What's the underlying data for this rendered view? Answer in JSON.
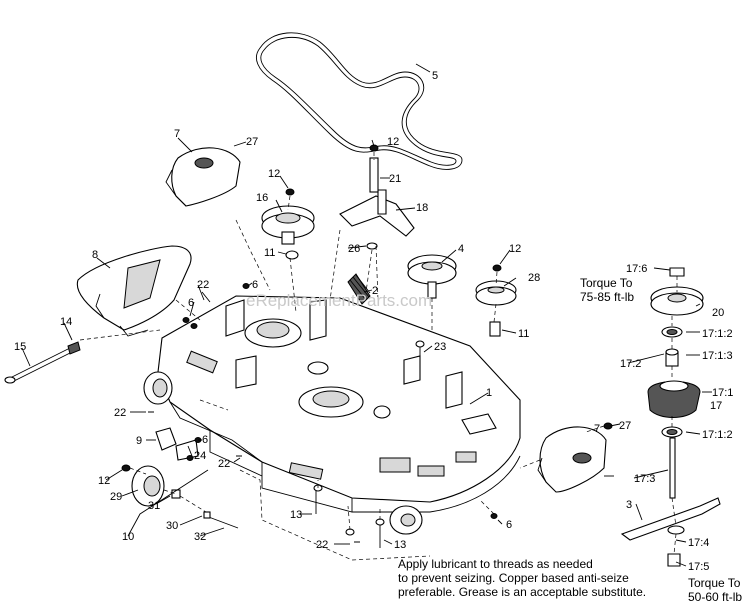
{
  "watermark": "eReplacementParts.com",
  "callouts": {
    "c1": "1",
    "c2": "2",
    "c3": "3",
    "c4": "4",
    "c5": "5",
    "c6a": "6",
    "c6b": "6",
    "c6c": "6",
    "c6d": "6",
    "c7a": "7",
    "c7b": "7",
    "c8": "8",
    "c9": "9",
    "c10": "10",
    "c11a": "11",
    "c11b": "11",
    "c12a": "12",
    "c12b": "12",
    "c12c": "12",
    "c12d": "12",
    "c13a": "13",
    "c13b": "13",
    "c14": "14",
    "c15": "15",
    "c16": "16",
    "c17": "17",
    "c17_1": "17:1",
    "c17_1_2a": "17:1:2",
    "c17_1_2b": "17:1:2",
    "c17_1_3": "17:1:3",
    "c17_2": "17:2",
    "c17_3": "17:3",
    "c17_4": "17:4",
    "c17_5": "17:5",
    "c17_6": "17:6",
    "c18": "18",
    "c20": "20",
    "c21": "21",
    "c22a": "22",
    "c22b": "22",
    "c22c": "22",
    "c22d": "22",
    "c23": "23",
    "c24": "24",
    "c26": "26",
    "c27a": "27",
    "c27b": "27",
    "c28": "28",
    "c29": "29",
    "c30": "30",
    "c31": "31",
    "c32": "32"
  },
  "torque_top_line1": "Torque To",
  "torque_top_line2": "75-85 ft-lb",
  "torque_bottom_line1": "Torque To",
  "torque_bottom_line2": "50-60 ft-lb",
  "note_line1": "Apply lubricant to threads as needed",
  "note_line2": "to prevent seizing. Copper based anti-seize",
  "note_line3": "preferable. Grease is an acceptable substitute."
}
